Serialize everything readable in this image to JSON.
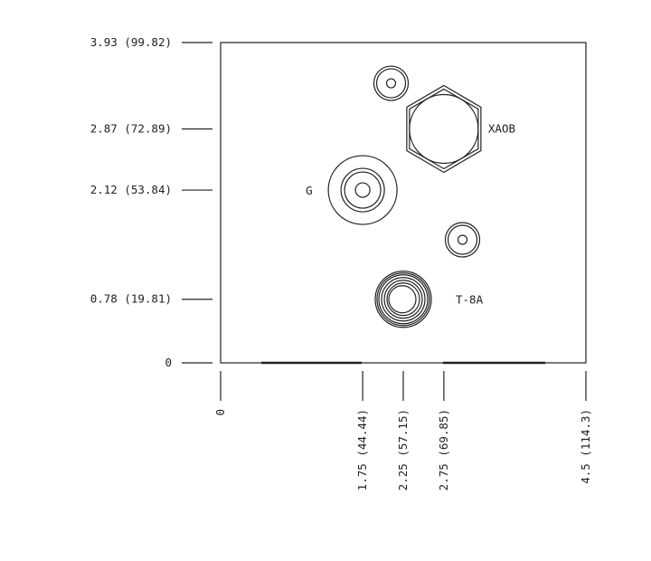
{
  "drawing": {
    "x_max": 4.5,
    "y_max": 3.93,
    "ink": "#222222",
    "y_ticks": [
      {
        "value": 3.93,
        "label": "3.93 (99.82)"
      },
      {
        "value": 2.87,
        "label": "2.87 (72.89)"
      },
      {
        "value": 2.12,
        "label": "2.12 (53.84)"
      },
      {
        "value": 0.78,
        "label": "0.78 (19.81)"
      },
      {
        "value": 0,
        "label": "0"
      }
    ],
    "x_ticks": [
      {
        "value": 0,
        "label": "0"
      },
      {
        "value": 1.75,
        "label": "1.75 (44.44)"
      },
      {
        "value": 2.25,
        "label": "2.25 (57.15)"
      },
      {
        "value": 2.75,
        "label": "2.75 (69.85)"
      },
      {
        "value": 4.5,
        "label": "4.5 (114.3)"
      }
    ],
    "ports": [
      {
        "id": "small-port-top",
        "x": 2.1,
        "y": 3.43,
        "label": ""
      },
      {
        "id": "port-xaob",
        "x": 2.75,
        "y": 2.87,
        "label": "XAOB"
      },
      {
        "id": "port-g",
        "x": 1.75,
        "y": 2.12,
        "label": "G"
      },
      {
        "id": "small-port-right",
        "x": 2.98,
        "y": 1.51,
        "label": ""
      },
      {
        "id": "port-t-8a",
        "x": 2.25,
        "y": 0.78,
        "label": "T-8A"
      }
    ]
  }
}
